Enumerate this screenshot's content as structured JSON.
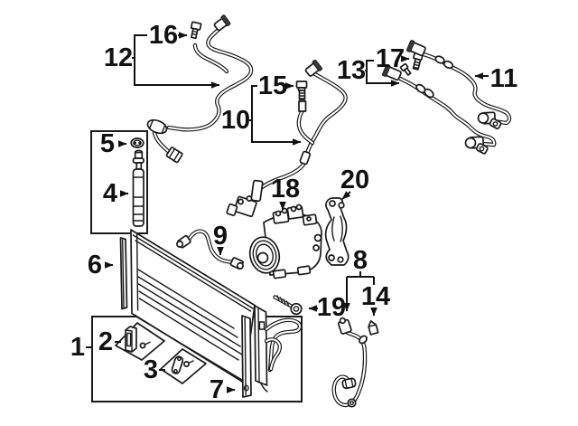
{
  "figure": {
    "type": "parts-diagram",
    "background": "#ffffff",
    "line_color": "#1a1a1a",
    "label_color": "#111111"
  },
  "callouts": {
    "c1": {
      "label": "1"
    },
    "c2": {
      "label": "2"
    },
    "c3": {
      "label": "3"
    },
    "c4": {
      "label": "4"
    },
    "c5": {
      "label": "5"
    },
    "c6": {
      "label": "6"
    },
    "c7": {
      "label": "7"
    },
    "c8": {
      "label": "8"
    },
    "c9": {
      "label": "9"
    },
    "c10": {
      "label": "10"
    },
    "c11": {
      "label": "11"
    },
    "c12": {
      "label": "12"
    },
    "c13": {
      "label": "13"
    },
    "c14": {
      "label": "14"
    },
    "c15": {
      "label": "15"
    },
    "c16": {
      "label": "16"
    },
    "c17": {
      "label": "17"
    },
    "c18": {
      "label": "18"
    },
    "c19": {
      "label": "19"
    },
    "c20": {
      "label": "20"
    }
  }
}
